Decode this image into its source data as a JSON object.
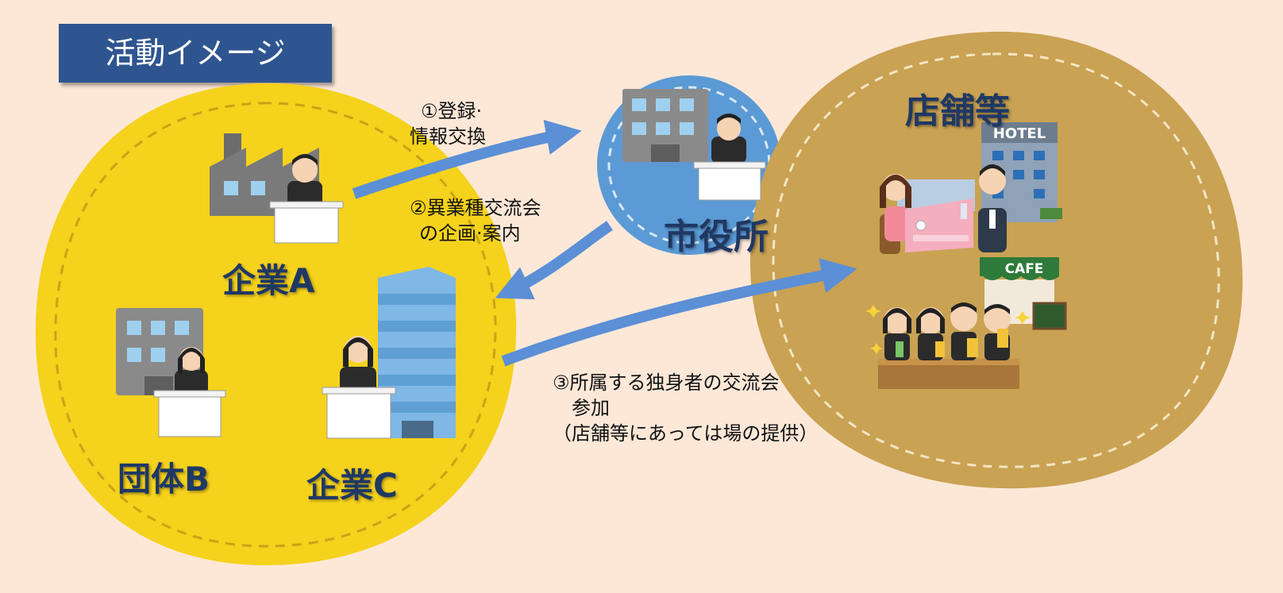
{
  "title": "活動イメージ",
  "labels": {
    "company_a": "企業A",
    "group_b": "団体B",
    "company_c": "企業C",
    "city_hall": "市役所",
    "shops": "店舗等"
  },
  "signs": {
    "hotel": "HOTEL",
    "cafe": "CAFE"
  },
  "steps": {
    "step1_line1": "①登録·",
    "step1_line2": "情報交換",
    "step2_line1": "②異業種交流会",
    "step2_line2": "の企画·案内",
    "step3_line1": "③所属する独身者の交流会",
    "step3_line2": "参加",
    "step3_line3": "（店舗等にあっては場の提供）"
  },
  "colors": {
    "background": "#fde8d8",
    "title_box": "#2f5590",
    "yellow_circle": "#f5d21c",
    "blue_circle": "#5b9ad5",
    "tan_circle": "#c9a253",
    "arrow": "#5b8fd6",
    "label_text": "#1f3864"
  }
}
